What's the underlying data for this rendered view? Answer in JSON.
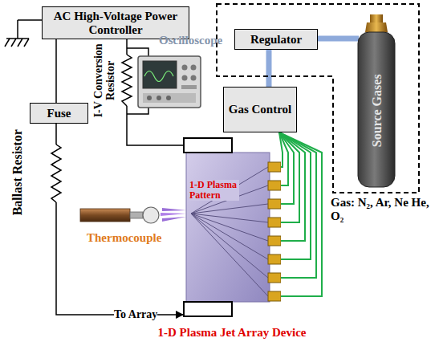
{
  "diagram": {
    "nodes": [
      {
        "text": [
          "AC High-Voltage Power Controller"
        ]
      },
      {
        "text": [
          "Fuse"
        ]
      },
      {
        "text": [
          "Regulator"
        ]
      },
      {
        "text": [
          "Source Gases"
        ]
      },
      {
        "text": [
          "Gas Control"
        ]
      },
      {
        "text": [
          "1-D Plasma Jet Array Device"
        ]
      }
    ],
    "edges": [
      {
        "from": 0,
        "to": 1,
        "arrow": "none"
      },
      {
        "from": 1,
        "to": 5,
        "arrow": "to"
      },
      {
        "from": 0,
        "to": 5,
        "arrow": "none"
      },
      {
        "from": 2,
        "to": 3,
        "arrow": "none"
      },
      {
        "from": 2,
        "to": 4,
        "arrow": "none"
      },
      {
        "from": 4,
        "to": 5,
        "arrow": "none"
      }
    ],
    "labels": [
      "I-V Conversion Resistor",
      "Ballast Resistor",
      "Oscilloscope",
      "1-D Plasma Pattern",
      "Thermocouple",
      "To Array",
      "Gas: N₂, Ar, Ne He, O₂"
    ]
  }
}
